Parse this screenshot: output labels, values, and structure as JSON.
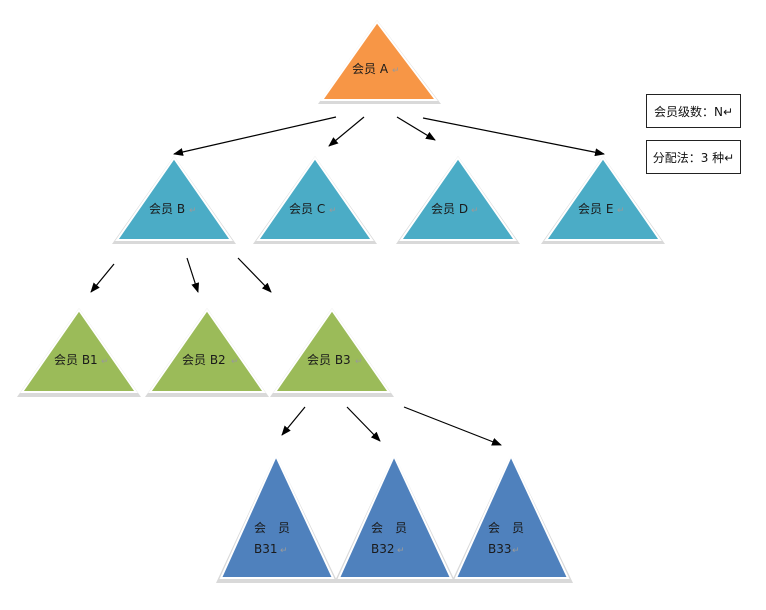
{
  "colors": {
    "level_a": "#F79646",
    "level_b": "#4BACC6",
    "level_b1": "#9BBB59",
    "level_b31": "#4F81BD",
    "shadow": "#A6A6A6",
    "arrow": "#000000"
  },
  "nodes": {
    "a": {
      "label": "会员 A",
      "mark": "↵"
    },
    "b": {
      "label": "会员 B",
      "mark": "↵"
    },
    "c": {
      "label": "会员 C",
      "mark": "↵"
    },
    "d": {
      "label": "会员 D",
      "mark": "↵"
    },
    "e": {
      "label": "会员 E",
      "mark": "↵"
    },
    "b1": {
      "label": "会员 B1",
      "mark": "↵"
    },
    "b2": {
      "label": "会员 B2",
      "mark": "↵"
    },
    "b3": {
      "label": "会员 B3",
      "mark": "↵"
    },
    "b31": {
      "line1": "会　员",
      "line2": "B31",
      "mark": "↵"
    },
    "b32": {
      "line1": "会　员",
      "line2": "B32",
      "mark": "↵"
    },
    "b33": {
      "line1": "会　员",
      "line2": "B33",
      "mark": "↵"
    }
  },
  "info": {
    "levels": "会员级数：N↵",
    "methods": "分配法：3 种↵"
  }
}
